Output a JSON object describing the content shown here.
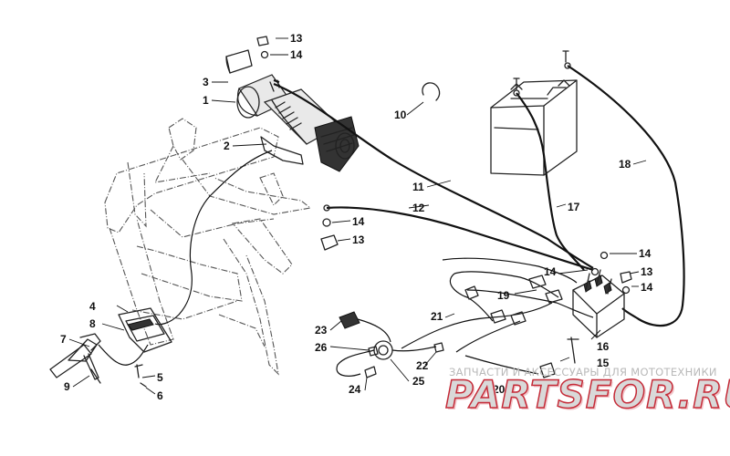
{
  "callouts": {
    "c1": "1",
    "c2": "2",
    "c3": "3",
    "c4": "4",
    "c5": "5",
    "c6": "6",
    "c7": "7",
    "c8": "8",
    "c9": "9",
    "c10": "10",
    "c11": "11",
    "c12": "12",
    "c13a": "13",
    "c13b": "13",
    "c13c": "13",
    "c14a": "14",
    "c14b": "14",
    "c14c": "14",
    "c14d": "14",
    "c14e": "14",
    "c15": "15",
    "c16": "16",
    "c17": "17",
    "c18": "18",
    "c19": "19",
    "c20": "20",
    "c21": "21",
    "c22": "22",
    "c23": "23",
    "c24": "24",
    "c25": "25",
    "c26": "26"
  },
  "watermark": {
    "caption": "ЗАПЧАСТИ И АКСЕССУАРЫ ДЛЯ МОТОТЕХНИКИ",
    "brand": "PARTSFOR.RU"
  },
  "colors": {
    "line": "#111111",
    "frame": "#555555",
    "brand_red": "#c52b38"
  }
}
